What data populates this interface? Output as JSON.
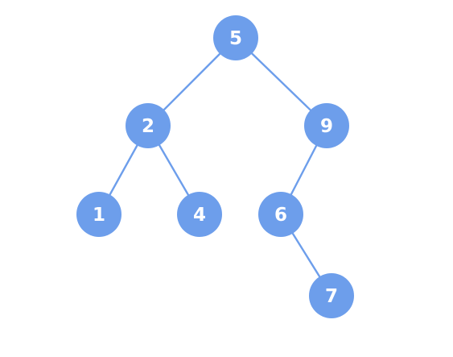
{
  "colors": {
    "node_fill": "#6d9eeb",
    "edge": "#6d9eeb",
    "label": "#ffffff",
    "background": "#ffffff"
  },
  "tree": {
    "nodes": [
      {
        "id": "n5",
        "label": "5"
      },
      {
        "id": "n2",
        "label": "2"
      },
      {
        "id": "n9",
        "label": "9"
      },
      {
        "id": "n1",
        "label": "1"
      },
      {
        "id": "n4",
        "label": "4"
      },
      {
        "id": "n6",
        "label": "6"
      },
      {
        "id": "n7",
        "label": "7"
      }
    ],
    "edges": [
      {
        "from": "n5",
        "to": "n2"
      },
      {
        "from": "n5",
        "to": "n9"
      },
      {
        "from": "n2",
        "to": "n1"
      },
      {
        "from": "n2",
        "to": "n4"
      },
      {
        "from": "n9",
        "to": "n6"
      },
      {
        "from": "n6",
        "to": "n7"
      }
    ]
  }
}
